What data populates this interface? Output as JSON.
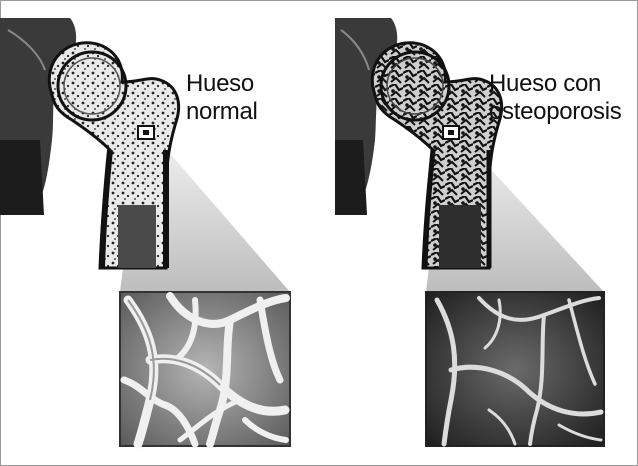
{
  "figure": {
    "panels": [
      {
        "id": "normal",
        "label_lines": [
          "Hueso",
          "normal"
        ],
        "condition": "normal bone"
      },
      {
        "id": "osteoporosis",
        "label_lines": [
          "Hueso con",
          "osteoporosis"
        ],
        "condition": "osteoporotic bone"
      }
    ]
  },
  "colors": {
    "bone_outline": "#1a1a1a",
    "bone_fill": "#d9d9d9",
    "marrow_dark": "#2a2a2a",
    "zoom_cone": "#cfcfcf",
    "micro_background_normal": "#8a8a8a",
    "micro_background_osteo": "#3a3a3a"
  }
}
